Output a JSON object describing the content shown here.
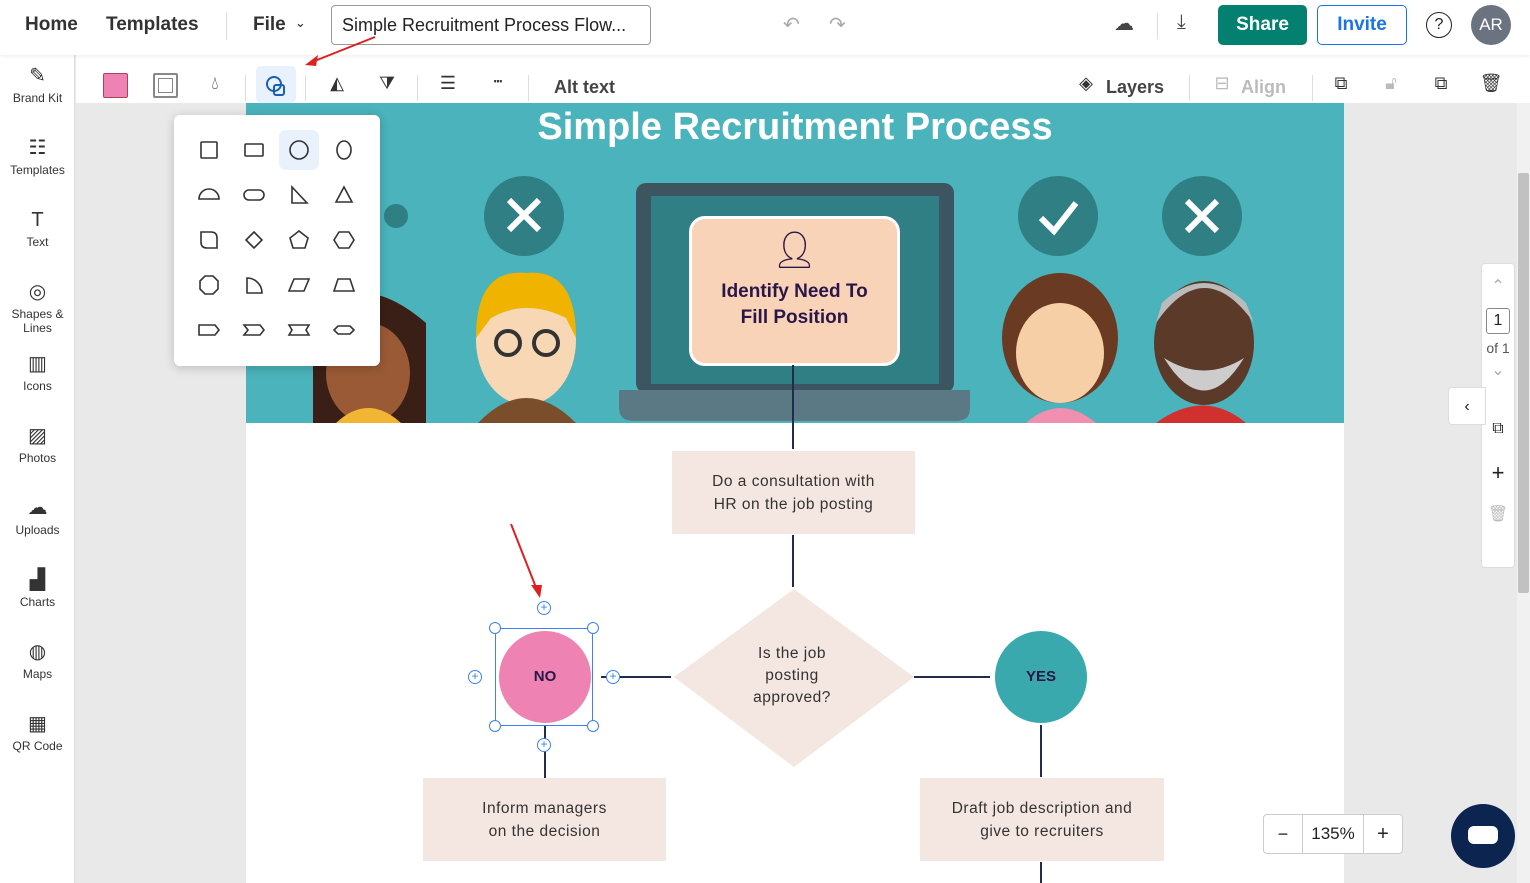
{
  "header": {
    "home": "Home",
    "templates": "Templates",
    "file": "File",
    "document_title": "Simple Recruitment Process Flow...",
    "share": "Share",
    "invite": "Invite",
    "help": "?",
    "avatar_initials": "AR"
  },
  "sidebar": {
    "items": [
      {
        "label": "Brand Kit",
        "icon": "magic-wand-icon",
        "glyph": "✎"
      },
      {
        "label": "Templates",
        "icon": "templates-icon",
        "glyph": "☷"
      },
      {
        "label": "Text",
        "icon": "text-icon",
        "glyph": "T"
      },
      {
        "label": "Shapes &\nLines",
        "icon": "shapes-icon",
        "glyph": "◎"
      },
      {
        "label": "Icons",
        "icon": "icons-icon",
        "glyph": "▥"
      },
      {
        "label": "Photos",
        "icon": "photos-icon",
        "glyph": "▨"
      },
      {
        "label": "Uploads",
        "icon": "upload-icon",
        "glyph": "☁"
      },
      {
        "label": "Charts",
        "icon": "charts-icon",
        "glyph": "▟"
      },
      {
        "label": "Maps",
        "icon": "maps-icon",
        "glyph": "◍"
      },
      {
        "label": "QR Code",
        "icon": "qr-code-icon",
        "glyph": "▦"
      }
    ]
  },
  "toolbar": {
    "fill_color": "#ee82b2",
    "alt_text": "Alt text",
    "layers": "Layers",
    "align": "Align"
  },
  "shape_picker": {
    "shapes": [
      "square",
      "rectangle",
      "circle",
      "ellipse",
      "semicircle",
      "pill",
      "right-triangle",
      "triangle",
      "rounded-square",
      "diamond",
      "pentagon",
      "hexagon",
      "octagon",
      "quarter-circle",
      "parallelogram",
      "trapezoid",
      "tag",
      "chevron",
      "bowtie",
      "elongated-hexagon"
    ],
    "selected": "circle"
  },
  "canvas": {
    "title": "Simple Recruitment Process",
    "banner_color": "#4ab3bb",
    "card": "Identify Need To\nFill Position",
    "step1": "Do a consultation with\nHR on the job posting",
    "decision": "Is the job\nposting\napproved?",
    "no": "NO",
    "yes": "YES",
    "no_color": "#ee82b2",
    "yes_color": "#3aa9ad",
    "step_no": "Inform managers\non the decision",
    "step_yes": "Draft job description and\ngive to recruiters"
  },
  "pages": {
    "current": "1",
    "of": "of 1"
  },
  "zoom": {
    "minus": "−",
    "value": "135%",
    "plus": "+"
  }
}
